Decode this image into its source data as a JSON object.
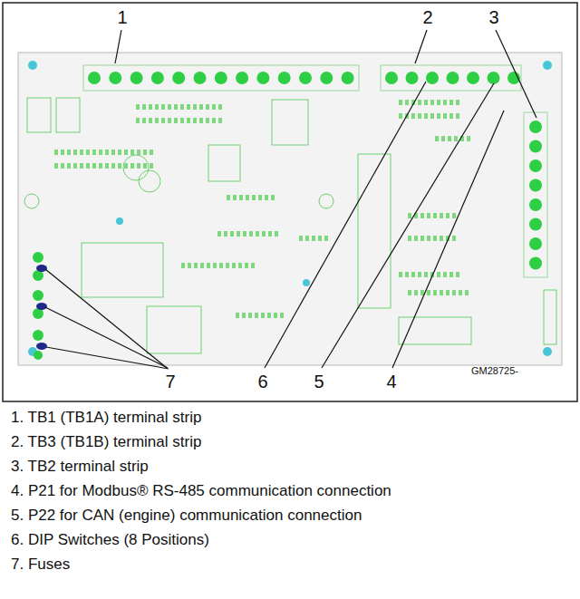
{
  "diagram": {
    "labels": [
      "1",
      "2",
      "3",
      "7",
      "6",
      "5",
      "4",
      "GM28725-",
      "1. TB1 (TB1A) terminal strip",
      "2. TB3 (TB1B) terminal strip",
      "3. TB2 terminal strip",
      "4. P21 for Modbus® RS-485 communication connection",
      "5. P22 for CAN (engine) communication connection",
      "6. DIP Switches (8 Positions)",
      "7. Fuses"
    ]
  }
}
